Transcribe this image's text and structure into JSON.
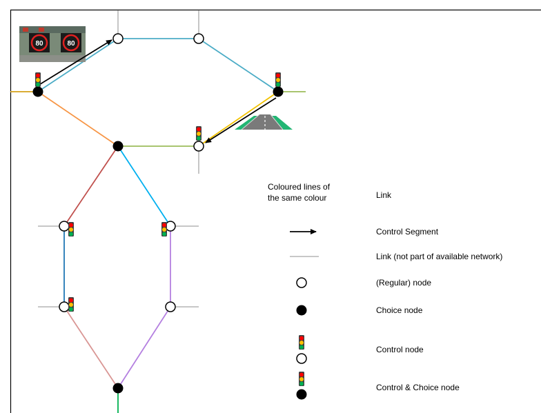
{
  "legend": {
    "link_label_line1": "Coloured lines of",
    "link_label_line2": "the same colour",
    "link": "Link",
    "control_segment": "Control Segment",
    "link_unavailable": "Link (not part of available network)",
    "regular_node": "(Regular) node",
    "choice_node": "Choice node",
    "control_node": "Control node",
    "control_choice_node": "Control & Choice node"
  },
  "sign": {
    "speed_limit_left": "80",
    "speed_limit_right": "80"
  },
  "colors": {
    "link_teal": "#4bacc6",
    "link_orange": "#f79646",
    "link_green": "#9bbb59",
    "link_red": "#c0504d",
    "link_blue": "#00b0f0",
    "link_darkblue": "#1f77b4",
    "link_pink": "#d99694",
    "link_purple": "#b47fe0",
    "link_gold": "#d4a017",
    "link_grey": "#bfbfbf",
    "light_red": "#ff0000",
    "light_yellow": "#ffc000",
    "light_green": "#00b050"
  }
}
